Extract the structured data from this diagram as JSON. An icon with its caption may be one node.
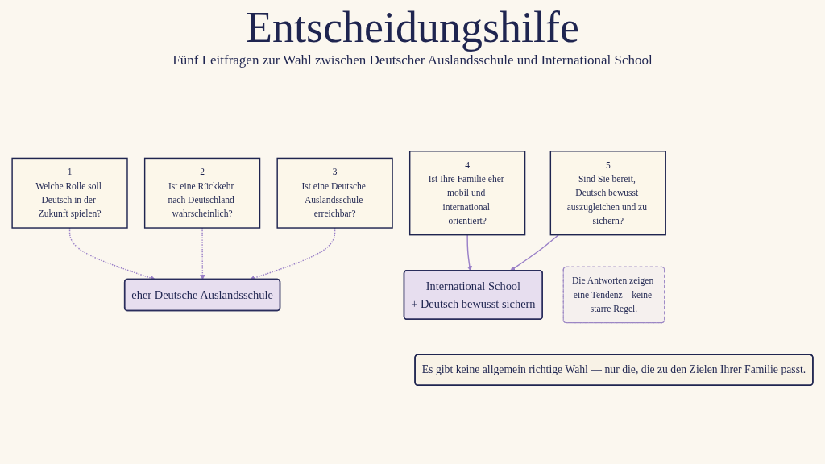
{
  "diagram": {
    "title": "Entscheidungshilfe",
    "nodes": [
      {
        "text": [
          "1",
          "Welche Rolle soll Deutsch in der Zukunft spielen?"
        ]
      },
      {
        "text": [
          "2",
          "Ist eine Rückkehr nach Deutschland wahrscheinlich?"
        ]
      },
      {
        "text": [
          "3",
          "Ist eine Deutsche Auslandsschule erreichbar?"
        ]
      },
      {
        "text": [
          "4",
          "Ist Ihre Familie eher mobil und international orientiert?"
        ]
      },
      {
        "text": [
          "5",
          "Sind Sie bereit, Deutsch bewusst auszugleichen und zu sichern?"
        ]
      },
      {
        "text": [
          "eher Deutsche Auslandsschule"
        ]
      },
      {
        "text": [
          "International School",
          "+ Deutsch bewusst sichern"
        ]
      },
      {
        "text": [
          "Die Antworten zeigen eine Tendenz – keine starre Regel."
        ]
      },
      {
        "text": [
          "Es gibt keine allgemein richtige Wahl — nur die, die zu den Zielen Ihrer Familie passt."
        ]
      }
    ],
    "edges": [
      {
        "from": 0,
        "to": 5,
        "arrow": "to",
        "style": "dashed"
      },
      {
        "from": 1,
        "to": 5,
        "arrow": "to",
        "style": "dashed"
      },
      {
        "from": 2,
        "to": 5,
        "arrow": "to",
        "style": "dashed"
      },
      {
        "from": 3,
        "to": 6,
        "arrow": "to"
      },
      {
        "from": 4,
        "to": 6,
        "arrow": "to"
      }
    ],
    "labels": [
      "Fünf Leitfragen zur Wahl zwischen Deutscher Auslandsschule und International School"
    ]
  }
}
